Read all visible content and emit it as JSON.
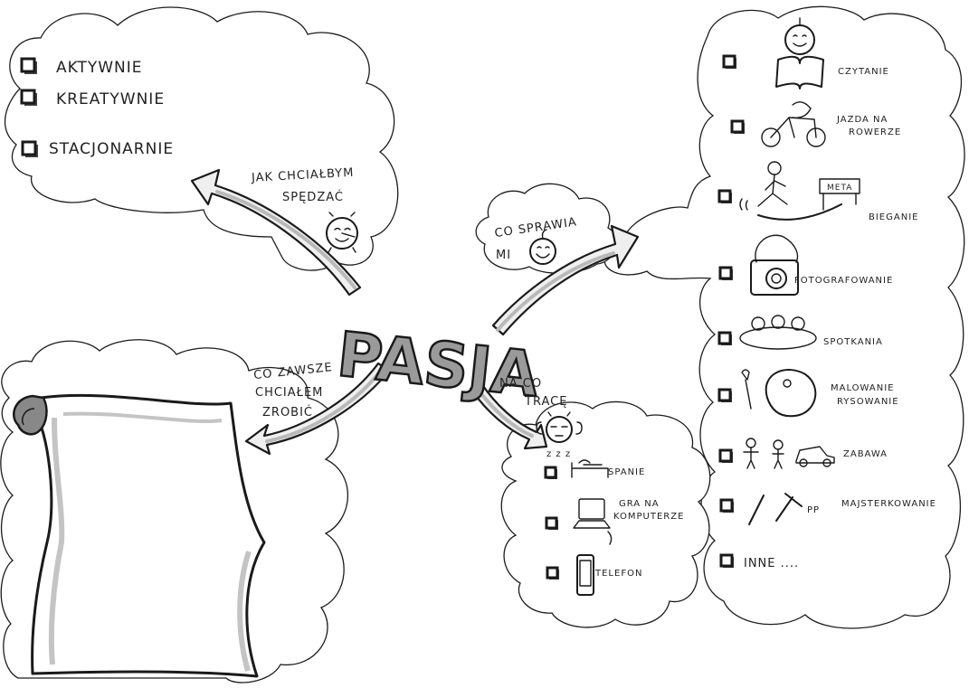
{
  "center": {
    "title": "PASJA"
  },
  "top_left": {
    "question": [
      "JAK CHCIAŁBYM",
      "SPĘDZAĆ"
    ],
    "items": [
      {
        "label": "AKTYWNIE",
        "icon": "checkbox-icon"
      },
      {
        "label": "KREATYWNIE",
        "icon": "checkbox-icon"
      },
      {
        "label": "STACJONARNIE",
        "icon": "checkbox-icon"
      }
    ]
  },
  "bottom_left": {
    "question": [
      "CO ZAWSZE",
      "CHCIAŁEM",
      "ZROBIĆ"
    ],
    "scroll_icon": "blank-scroll-icon"
  },
  "bottom_middle": {
    "question": [
      "NA CO",
      "TRACĘ"
    ],
    "items": [
      {
        "label": "SPANIE",
        "icon": "bed-icon"
      },
      {
        "label_lines": [
          "GRA NA",
          "KOMPUTERZE"
        ],
        "icon": "laptop-icon"
      },
      {
        "label": "TELEFON",
        "icon": "phone-icon"
      }
    ]
  },
  "right": {
    "question": [
      "CO SPRAWIA",
      "MI"
    ],
    "items": [
      {
        "label": "CZYTANIE",
        "icon": "reading-person-icon"
      },
      {
        "label_lines": [
          "JAZDA NA",
          "ROWERZE"
        ],
        "icon": "cyclist-icon"
      },
      {
        "label": "BIEGANIE",
        "icon": "runner-icon",
        "sign": "META"
      },
      {
        "label": "FOTOGRAFOWANIE",
        "icon": "camera-icon"
      },
      {
        "label": "SPOTKANIA",
        "icon": "friends-meeting-icon"
      },
      {
        "label_lines": [
          "MALOWANIE",
          "RYSOWANIE"
        ],
        "icon": "palette-brush-icon"
      },
      {
        "label": "ZABAWA",
        "icon": "kids-car-icon"
      },
      {
        "label": "MAJSTERKOWANIE",
        "icon": "tools-icon",
        "sound": "PP"
      },
      {
        "label": "INNE ....",
        "icon": "checkbox-icon"
      }
    ]
  },
  "faces": {
    "thinking": "alarm-clock-thinking-icon",
    "happy": "happy-face-icon",
    "sleepy": "sleepy-alarm-clock-icon",
    "sleep_text": "z z z"
  }
}
